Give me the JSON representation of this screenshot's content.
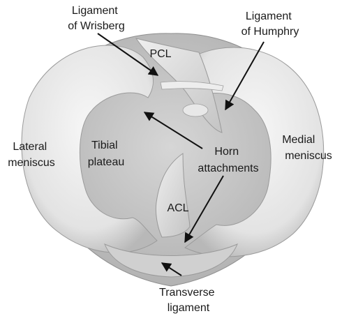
{
  "labels": {
    "ligament_wrisberg": [
      "Ligament",
      "of Wrisberg"
    ],
    "ligament_humphry": [
      "Ligament",
      "of Humphry"
    ],
    "pcl": "PCL",
    "lateral_meniscus": [
      "Lateral",
      "meniscus"
    ],
    "tibial_plateau": [
      "Tibial",
      "plateau"
    ],
    "horn_attachments": [
      "Horn",
      "attachments"
    ],
    "medial_meniscus": [
      "Medial",
      "meniscus"
    ],
    "acl": "ACL",
    "transverse_ligament": [
      "Transverse",
      "ligament"
    ]
  }
}
